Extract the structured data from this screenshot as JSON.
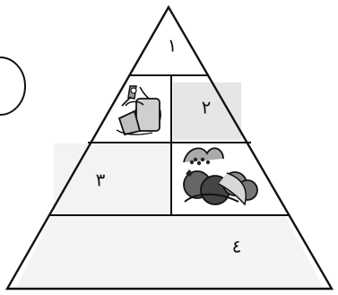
{
  "pyramid": {
    "tiers": [
      {
        "label": "١"
      },
      {
        "label": "٢"
      },
      {
        "label": "٣"
      },
      {
        "label": "٤"
      }
    ],
    "images": [
      {
        "icon": "dairy-products-icon"
      },
      {
        "icon": "fruit-basket-icon"
      }
    ]
  },
  "colors": {
    "stroke": "#111111",
    "shade": "#e6e6e6",
    "light_shade": "#f1f1f1"
  }
}
